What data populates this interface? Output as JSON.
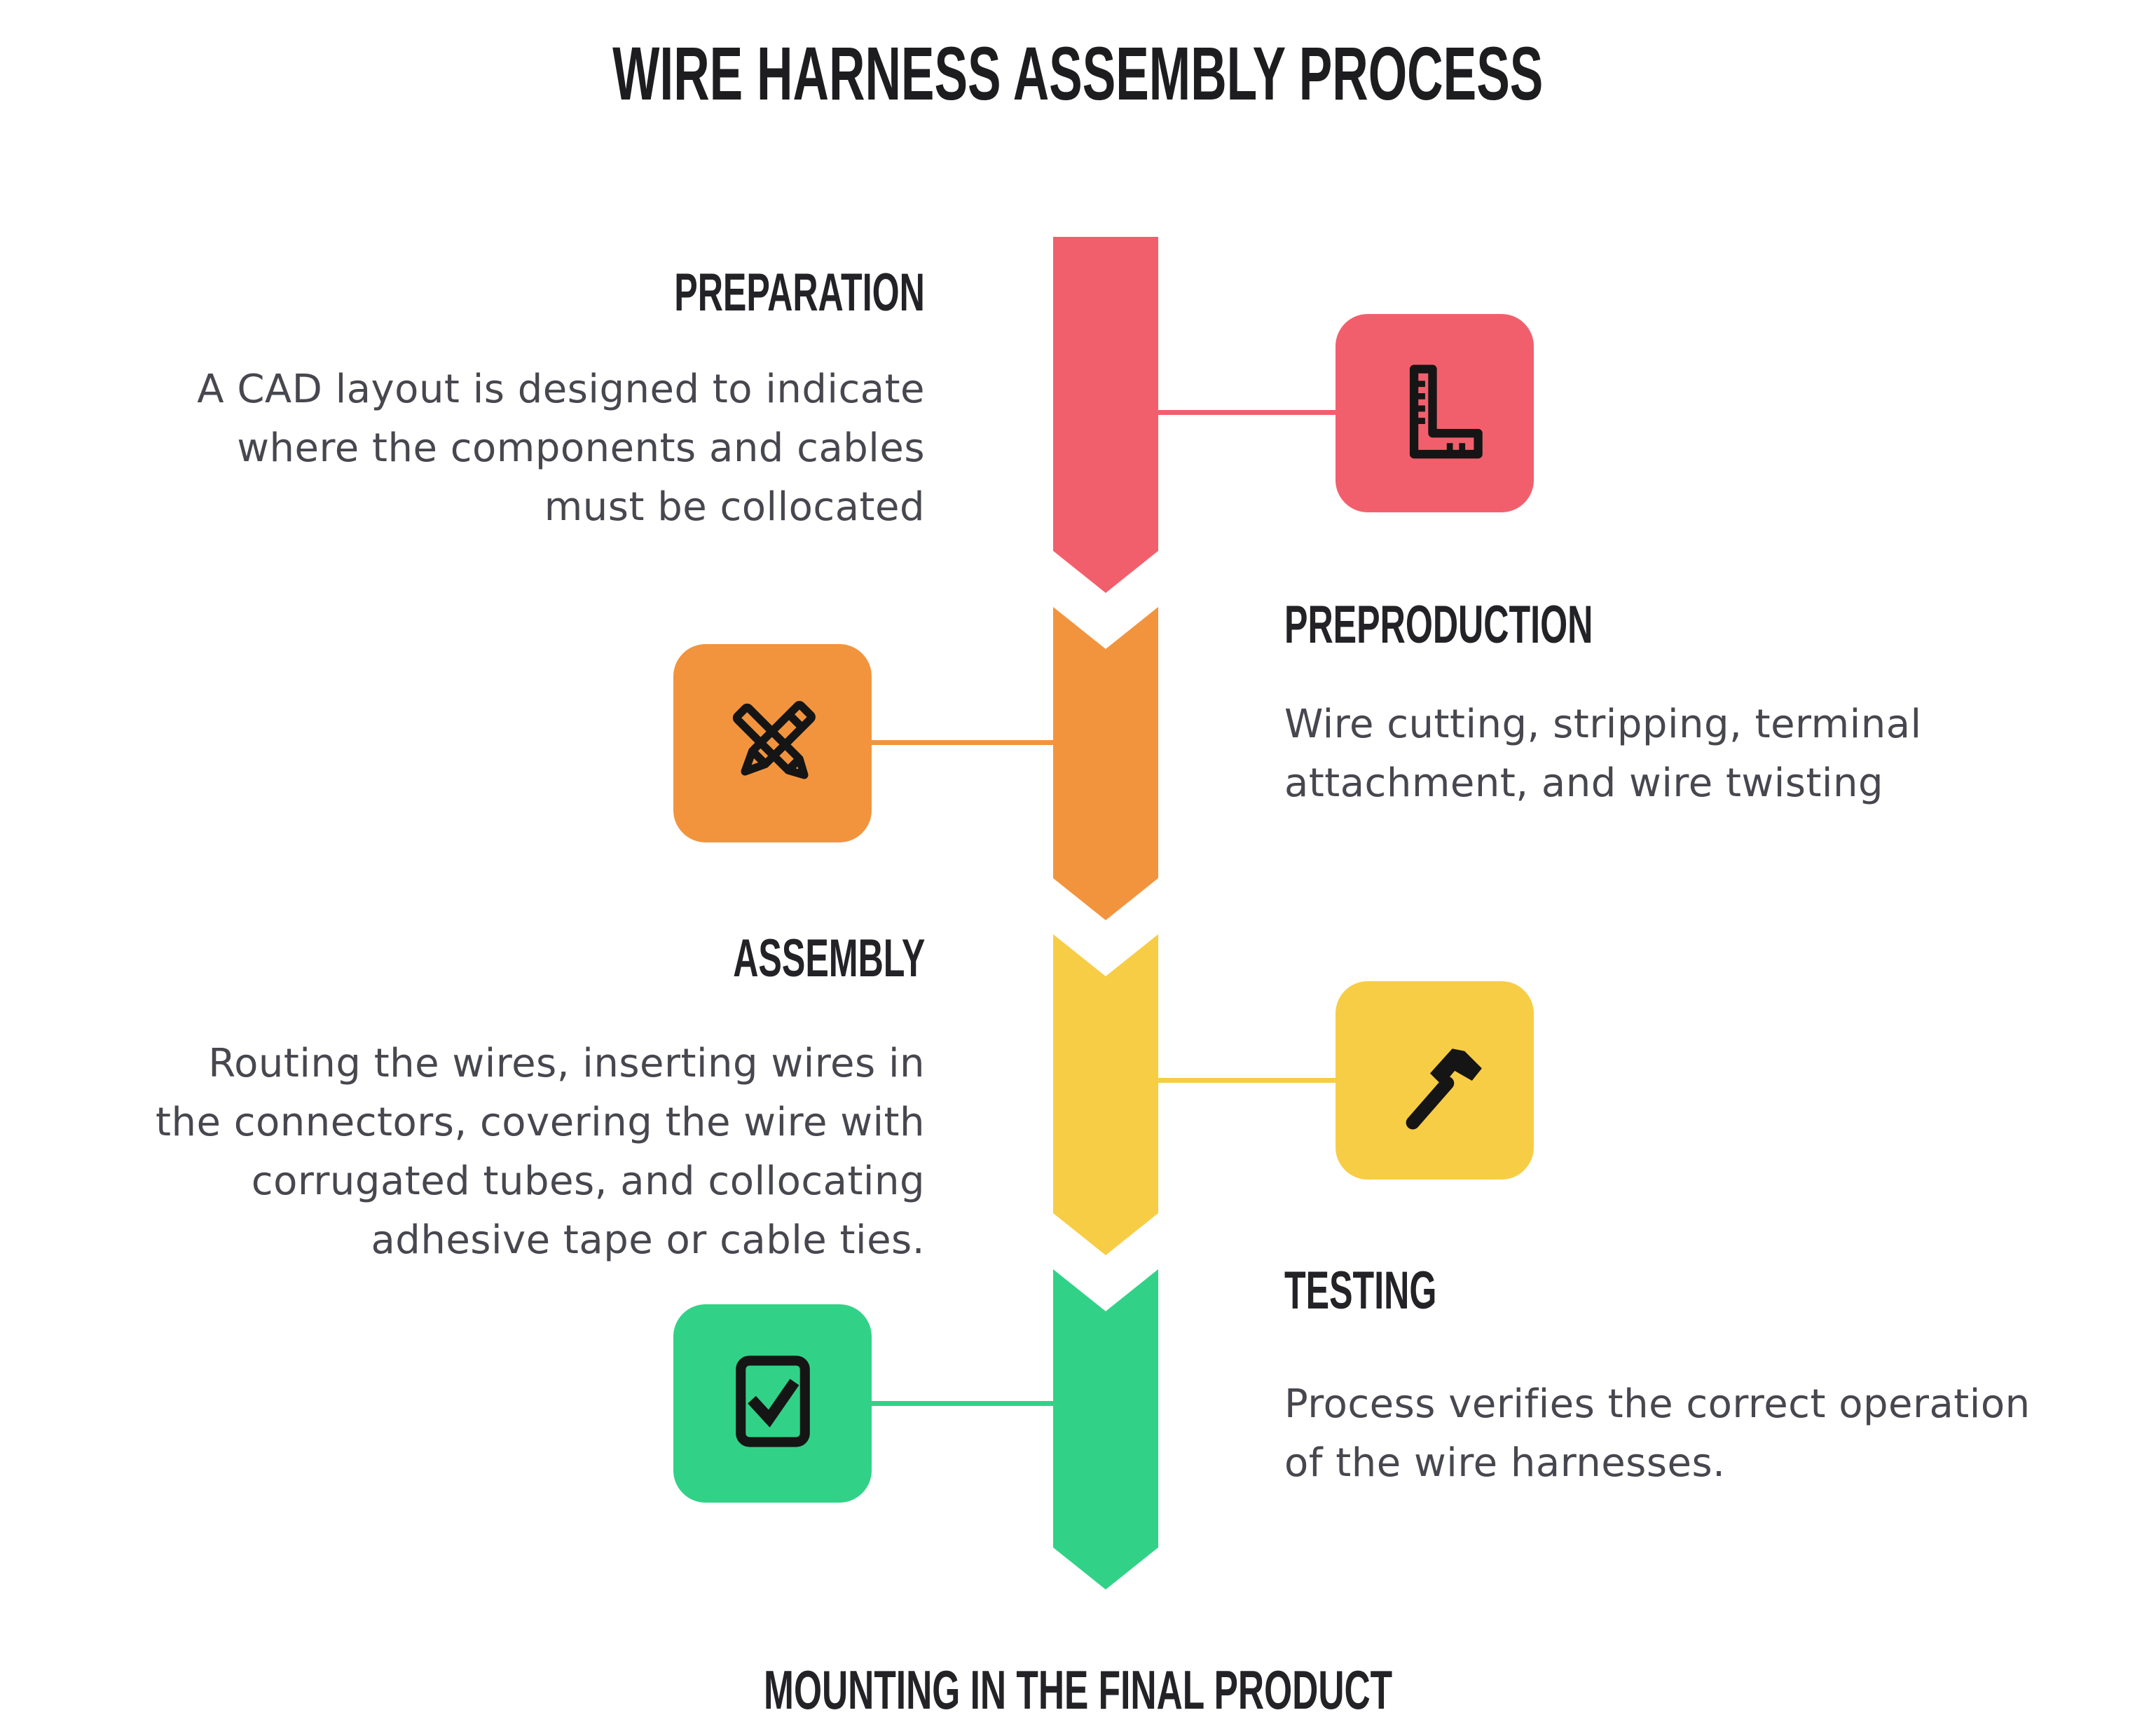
{
  "title": "WIRE HARNESS ASSEMBLY PROCESS",
  "footer": "MOUNTING IN THE FINAL PRODUCT",
  "steps": [
    {
      "name": "PREPARATION",
      "desc": "A CAD layout is designed to indicate\nwhere the components and cables\nmust be collocated",
      "color": "#F25F6C",
      "side": "left",
      "icon": "ruler-square-icon"
    },
    {
      "name": "PREPRODUCTION",
      "desc": "Wire cutting, stripping, terminal\nattachment, and wire twisting",
      "color": "#F2943E",
      "side": "right",
      "icon": "crossed-pencils-icon"
    },
    {
      "name": "ASSEMBLY",
      "desc": "Routing the wires, inserting wires in\nthe connectors, covering the wire with\ncorrugated tubes, and collocating\nadhesive tape or cable ties.",
      "color": "#F8CD46",
      "side": "left",
      "icon": "hammer-icon"
    },
    {
      "name": "TESTING",
      "desc": "Process verifies the correct operation\nof the wire harnesses.",
      "color": "#31D287",
      "side": "right",
      "icon": "checkbox-icon"
    }
  ],
  "colors": {
    "heading_text": "#232327",
    "body_text": "#47474f",
    "background": "#ffffff",
    "icon_stroke": "#151515"
  }
}
